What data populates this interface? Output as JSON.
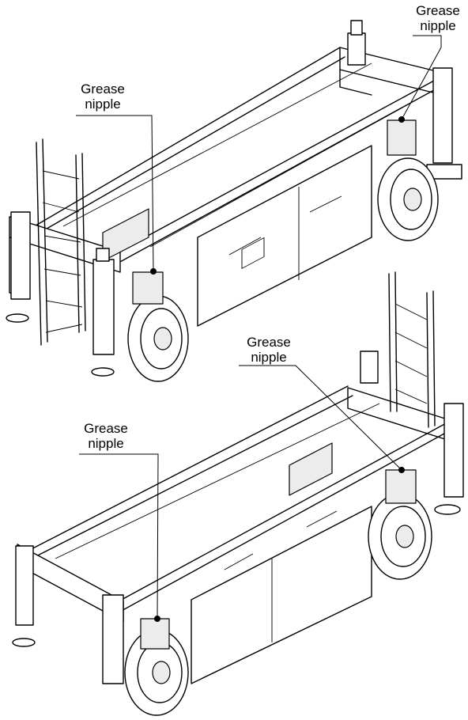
{
  "callouts": [
    {
      "line1": "Grease",
      "line2": "nipple"
    },
    {
      "line1": "Grease",
      "line2": "nipple"
    },
    {
      "line1": "Grease",
      "line2": "nipple"
    },
    {
      "line1": "Grease",
      "line2": "nipple"
    }
  ]
}
